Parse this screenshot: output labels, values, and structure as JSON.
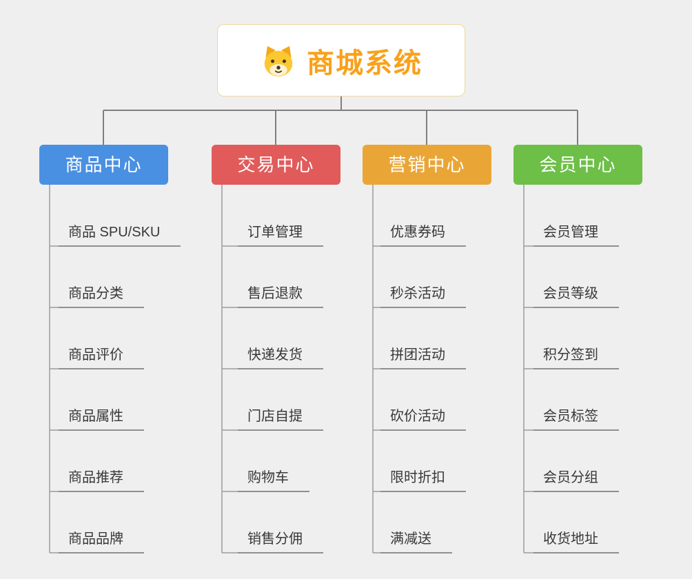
{
  "root": {
    "title": "商城系统",
    "icon": "dog-face-icon"
  },
  "branches": [
    {
      "label": "商品中心",
      "color": "#4a90e2",
      "items": [
        "商品 SPU/SKU",
        "商品分类",
        "商品评价",
        "商品属性",
        "商品推荐",
        "商品品牌"
      ]
    },
    {
      "label": "交易中心",
      "color": "#e15b5b",
      "items": [
        "订单管理",
        "售后退款",
        "快递发货",
        "门店自提",
        "购物车",
        "销售分佣"
      ]
    },
    {
      "label": "营销中心",
      "color": "#e9a637",
      "items": [
        "优惠券码",
        "秒杀活动",
        "拼团活动",
        "砍价活动",
        "限时折扣",
        "满减送"
      ]
    },
    {
      "label": "会员中心",
      "color": "#6dbf48",
      "items": [
        "会员管理",
        "会员等级",
        "积分签到",
        "会员标签",
        "会员分组",
        "收货地址"
      ]
    }
  ]
}
